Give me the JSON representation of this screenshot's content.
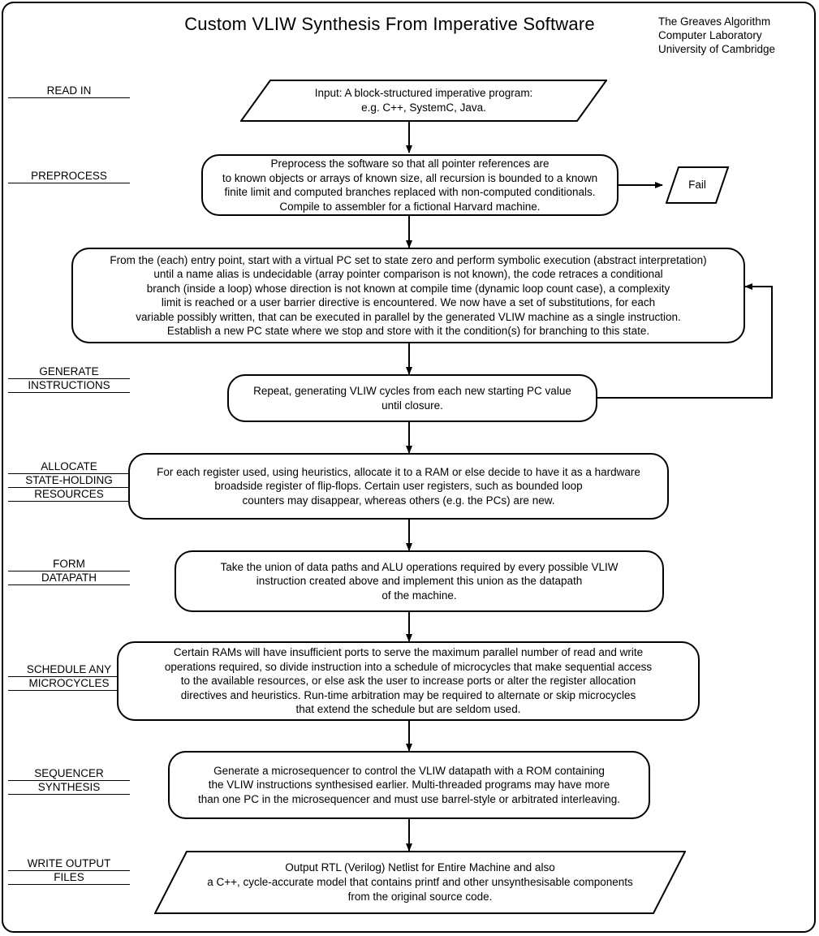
{
  "header": {
    "title": "Custom VLIW Synthesis From Imperative Software",
    "credit_line1": "The Greaves Algorithm",
    "credit_line2": "Computer Laboratory",
    "credit_line3": "University of Cambridge"
  },
  "stages": {
    "read_in": [
      "READ IN"
    ],
    "preprocess": [
      "PREPROCESS"
    ],
    "generate_instructions": [
      "GENERATE",
      "INSTRUCTIONS"
    ],
    "allocate": [
      "ALLOCATE",
      "STATE-HOLDING",
      "RESOURCES"
    ],
    "form_datapath": [
      "FORM",
      "DATAPATH"
    ],
    "schedule": [
      "SCHEDULE ANY",
      "MICROCYCLES"
    ],
    "sequencer": [
      "SEQUENCER",
      "SYNTHESIS"
    ],
    "write_output": [
      "WRITE OUTPUT",
      "FILES"
    ]
  },
  "nodes": {
    "input": {
      "shape": "parallelogram",
      "lines": [
        "Input: A block-structured imperative program:",
        "e.g. C++, SystemC, Java."
      ]
    },
    "preprocess": {
      "shape": "rounded-box",
      "lines": [
        "Preprocess the software so that all pointer references are",
        "to known objects or arrays of known size, all recursion is bounded to a known",
        "finite limit and computed branches replaced with non-computed conditionals.",
        "Compile to assembler for a fictional Harvard machine."
      ]
    },
    "fail": {
      "shape": "parallelogram",
      "lines": [
        "Fail"
      ]
    },
    "symbolic_execution": {
      "shape": "rounded-box",
      "lines": [
        "From the (each) entry point, start with a virtual PC set to state zero and perform symbolic execution (abstract interpretation)",
        "until a name alias is undecidable (array pointer comparison is not known), the code retraces a conditional",
        "branch (inside a loop) whose direction is not known at compile time (dynamic loop count case), a complexity",
        "limit is reached or a user barrier directive is encountered.  We now have a set of substitutions, for each",
        "variable possibly written, that can be executed in parallel by the generated VLIW machine as a single instruction.",
        "Establish a new PC state where we stop and store with it the condition(s) for branching to this state."
      ]
    },
    "repeat": {
      "shape": "rounded-box",
      "lines": [
        "Repeat, generating VLIW cycles from each new starting PC value",
        "until closure."
      ]
    },
    "allocate": {
      "shape": "rounded-box",
      "lines": [
        "For each register used, using heuristics, allocate it to a RAM or else decide to have it as a hardware",
        "broadside register of flip-flops. Certain user registers, such as bounded loop",
        "counters may disappear, whereas others (e.g. the PCs) are new."
      ]
    },
    "datapath": {
      "shape": "rounded-box",
      "lines": [
        "Take the union of data paths and ALU operations required by every possible VLIW",
        "instruction created above and implement this union as the datapath",
        "of the machine."
      ]
    },
    "microcycles": {
      "shape": "rounded-box",
      "lines": [
        "Certain RAMs will have insufficient ports to serve the maximum parallel number of read and write",
        "operations required, so divide instruction into a schedule of microcycles that make sequential access",
        "to the available resources, or else ask the user to increase ports or alter the register allocation",
        "directives and heuristics.  Run-time arbitration may be required to alternate or skip microcycles",
        "that extend the schedule but are seldom used."
      ]
    },
    "sequencer": {
      "shape": "rounded-box",
      "lines": [
        "Generate a microsequencer to control the VLIW datapath with a ROM containing",
        "the VLIW instructions synthesised earlier.  Multi-threaded programs may have more",
        "than one PC in the microsequencer and must use barrel-style  or arbitrated interleaving."
      ]
    },
    "output": {
      "shape": "parallelogram",
      "lines": [
        "Output RTL (Verilog) Netlist for Entire Machine and also",
        "a C++, cycle-accurate  model that contains printf and other unsynthesisable components",
        "from the original source code."
      ]
    }
  },
  "colors": {
    "line": "#000000",
    "background": "#ffffff"
  }
}
